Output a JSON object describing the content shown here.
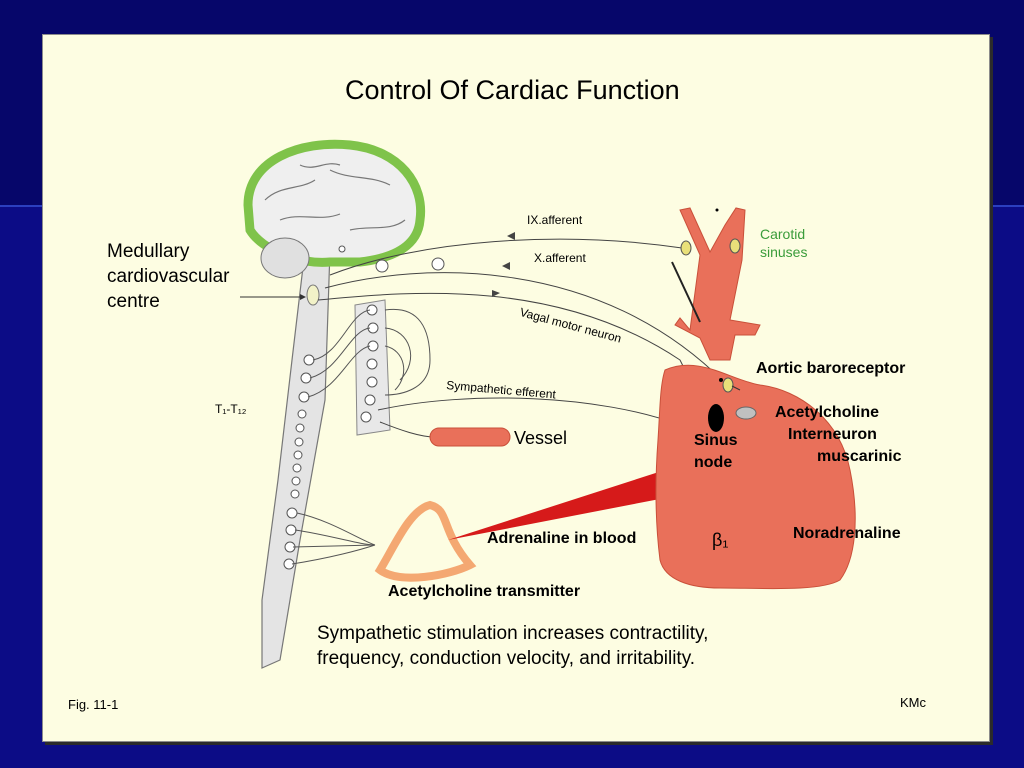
{
  "slide": {
    "title": "Control Of Cardiac Function",
    "labels": {
      "medullary": "Medullary cardiovascular centre",
      "medullary_l1": "Medullary",
      "medullary_l2": "cardiovascular",
      "medullary_l3": "centre",
      "ix_afferent": "IX.afferent",
      "x_afferent": "X.afferent",
      "vagal_motor": "Vagal motor neuron",
      "sympathetic_efferent": "Sympathetic efferent",
      "carotid_l1": "Carotid",
      "carotid_l2": "sinuses",
      "aortic": "Aortic baroreceptor",
      "acetylcholine": "Acetylcholine",
      "interneuron": "Interneuron",
      "muscarinic": "muscarinic",
      "t_range": "T₁-T₁₂",
      "vessel": "Vessel",
      "sinus_l1": "Sinus",
      "sinus_l2": "node",
      "adrenaline": "Adrenaline in blood",
      "beta": "β₁",
      "noradrenaline": "Noradrenaline",
      "ach_transmitter": "Acetylcholine transmitter"
    },
    "caption_l1": "Sympathetic stimulation increases contractility,",
    "caption_l2": "frequency, conduction velocity, and irritability.",
    "fig_label": "Fig. 11-1",
    "author": "KMc"
  },
  "colors": {
    "slide_bg": "#fdfde2",
    "brain_outline": "#7fc34a",
    "heart": "#e9705a",
    "carotid_green": "#3a9c3a"
  }
}
